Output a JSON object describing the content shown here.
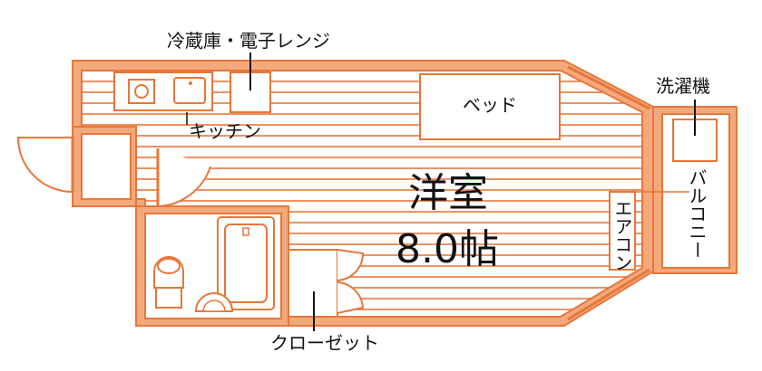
{
  "floorplan": {
    "labels": {
      "fridge_range": "冷蔵庫・電子レンジ",
      "kitchen": "キッチン",
      "bed": "ベッド",
      "washer": "洗濯機",
      "balcony": "バルコニー",
      "aircon": "エアコン",
      "closet": "クローゼット",
      "room_name": "洋室",
      "room_size": "8.0帖"
    },
    "colors": {
      "wall": "#f3a97c",
      "wall_stroke": "#e8763a",
      "floor": "#ffffff",
      "floor_lines": "#e8763a",
      "fixture": "#e8763a",
      "text": "#111111"
    }
  }
}
